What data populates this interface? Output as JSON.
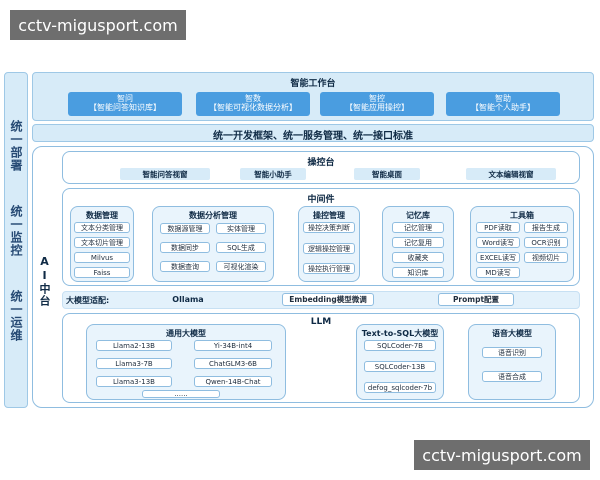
{
  "watermark_top": "cctv-migusport.com",
  "watermark_bottom": "cctv-migusport.com",
  "side_labels": [
    "统一部署",
    "统一监控",
    "统一运维"
  ],
  "ai_platform": "AI中台",
  "workbench": {
    "title": "智能工作台",
    "items": [
      {
        "name": "智问",
        "desc": "【智能问答知识库】"
      },
      {
        "name": "智数",
        "desc": "【智能可视化数据分析】"
      },
      {
        "name": "智控",
        "desc": "【智能应用操控】"
      },
      {
        "name": "智助",
        "desc": "【智能个人助手】"
      }
    ]
  },
  "unified_bar": "统一开发框架、统一服务管理、统一接口标准",
  "console": {
    "title": "操控台",
    "tabs": [
      "智能问答视窗",
      "智能小助手",
      "智能桌面",
      "文本编辑视窗"
    ]
  },
  "middleware": {
    "title": "中间件",
    "groups": [
      {
        "title": "数据管理",
        "items": [
          "文本分类管理",
          "文本切片管理",
          "Milvus",
          "Faiss"
        ]
      },
      {
        "title": "数据分析管理",
        "items": [
          "数据源管理",
          "实体管理",
          "数据同步",
          "SQL生成",
          "数据查询",
          "可视化渲染"
        ]
      },
      {
        "title": "操控管理",
        "items": [
          "操控决策判断",
          "逻辑操控管理",
          "操控执行管理"
        ]
      },
      {
        "title": "记忆库",
        "items": [
          "记忆管理",
          "记忆复用",
          "收藏夹",
          "知识库"
        ]
      },
      {
        "title": "工具箱",
        "items": [
          "PDF读取",
          "报告生成",
          "Word读写",
          "OCR识别",
          "EXCEL读写",
          "视频切片",
          "MD读写"
        ]
      }
    ]
  },
  "adapter": {
    "label": "大模型适配:",
    "items": [
      "Ollama",
      "Embedding模型微调",
      "Prompt配置"
    ]
  },
  "llm": {
    "title": "LLM",
    "general": {
      "title": "通用大模型",
      "items": [
        "Llama2-13B",
        "Yi-34B-int4",
        "Llama3-7B",
        "ChatGLM3-6B",
        "Llama3-13B",
        "Qwen-14B-Chat",
        "......"
      ]
    },
    "text_sql": {
      "title": "Text-to-SQL大模型",
      "items": [
        "SQLCoder-7B",
        "SQLCoder-13B",
        "defog_sqlcoder-7b"
      ]
    },
    "speech": {
      "title": "语音大模型",
      "items": [
        "语音识别",
        "语音合成"
      ]
    }
  }
}
